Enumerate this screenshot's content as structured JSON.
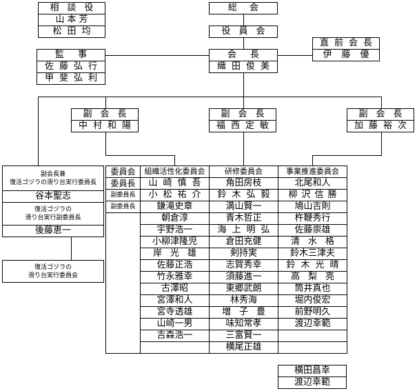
{
  "advisors": {
    "title": "相談役",
    "members": [
      "山本芳",
      "松田均"
    ]
  },
  "general_assembly": {
    "title": "総会"
  },
  "board": {
    "title": "役員会"
  },
  "former_president": {
    "title": "直前会長",
    "name": "伊藤優"
  },
  "auditors": {
    "title": "監事",
    "members": [
      "佐藤弘行",
      "甲斐弘利"
    ]
  },
  "president": {
    "title": "会長",
    "name": "織田俊美"
  },
  "vice_presidents": [
    {
      "title": "副会長",
      "name": "中村和陽"
    },
    {
      "title": "副会長",
      "name": "福西定敏"
    },
    {
      "title": "副会長",
      "name": "加藤裕次"
    }
  ],
  "slide_project": {
    "chair_title_line1": "副会長兼",
    "chair_title_line2": "復活ゴヅラの滑り台実行委員長",
    "chair_name": "谷本聖志",
    "vice_chair_title_line1": "復活ゴヅラの",
    "vice_chair_title_line2": "滑り台実行副委員長",
    "vice_chair_name": "後藤恵一",
    "committee_line1": "復活ゴヅラの",
    "committee_line2": "滑り台実行委員会"
  },
  "committees": {
    "header_label": "委員会",
    "role_labels": [
      "委員長",
      "副委員長",
      "副委員長"
    ],
    "columns": [
      {
        "name": "組織活性化委員会",
        "members": [
          "山崎慎吾",
          "小松祐介",
          "鎌滝史章",
          "朝倉淳",
          "宇野浩一",
          "小柳津隆児",
          "岸光雄",
          "佐藤正浩",
          "竹永雅幸",
          "古澤昭",
          "宮澤和人",
          "宮寺透雄",
          "山崎一男",
          "吉森浩一"
        ]
      },
      {
        "name": "研修委員会",
        "members": [
          "角田房枝",
          "鈴木弘毅",
          "満山賢一",
          "青木哲正",
          "海上明弘",
          "倉田充健",
          "剣持実",
          "志賀秀幸",
          "須藤進一",
          "東郷武朗",
          "林秀海",
          "増子豊",
          "味知常孝",
          "三富賢一",
          "横尾正雄"
        ]
      },
      {
        "name": "事業推進委員会",
        "members": [
          "北尾和人",
          "柳沢信勝",
          "鳩山吉則",
          "杵鞭秀行",
          "佐藤崇雄",
          "清水格",
          "鈴木三津夫",
          "鈴木光晴",
          "高梨亮",
          "筒井真也",
          "堀内俊宏",
          "前野明久",
          "渡辺幸範"
        ]
      }
    ]
  },
  "additional_members": [
    "横田昌幸",
    "渡辺幸範"
  ]
}
